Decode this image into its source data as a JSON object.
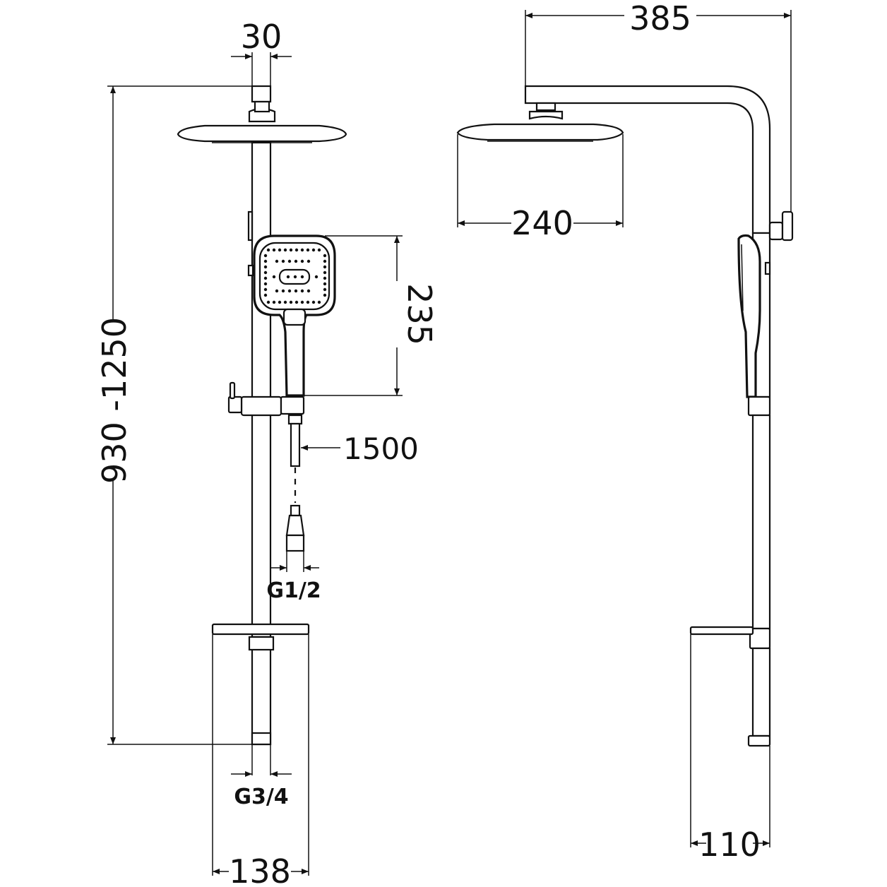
{
  "dimensions": {
    "top_pipe_width": "30",
    "height_range": "930 -1250",
    "head_diameter": "240",
    "overhead_reach": "385",
    "handshower_length": "235",
    "hose_length": "1500",
    "hose_thread": "G1/2",
    "inlet_thread": "G3/4",
    "shelf_width": "138",
    "wall_offset": "110"
  }
}
